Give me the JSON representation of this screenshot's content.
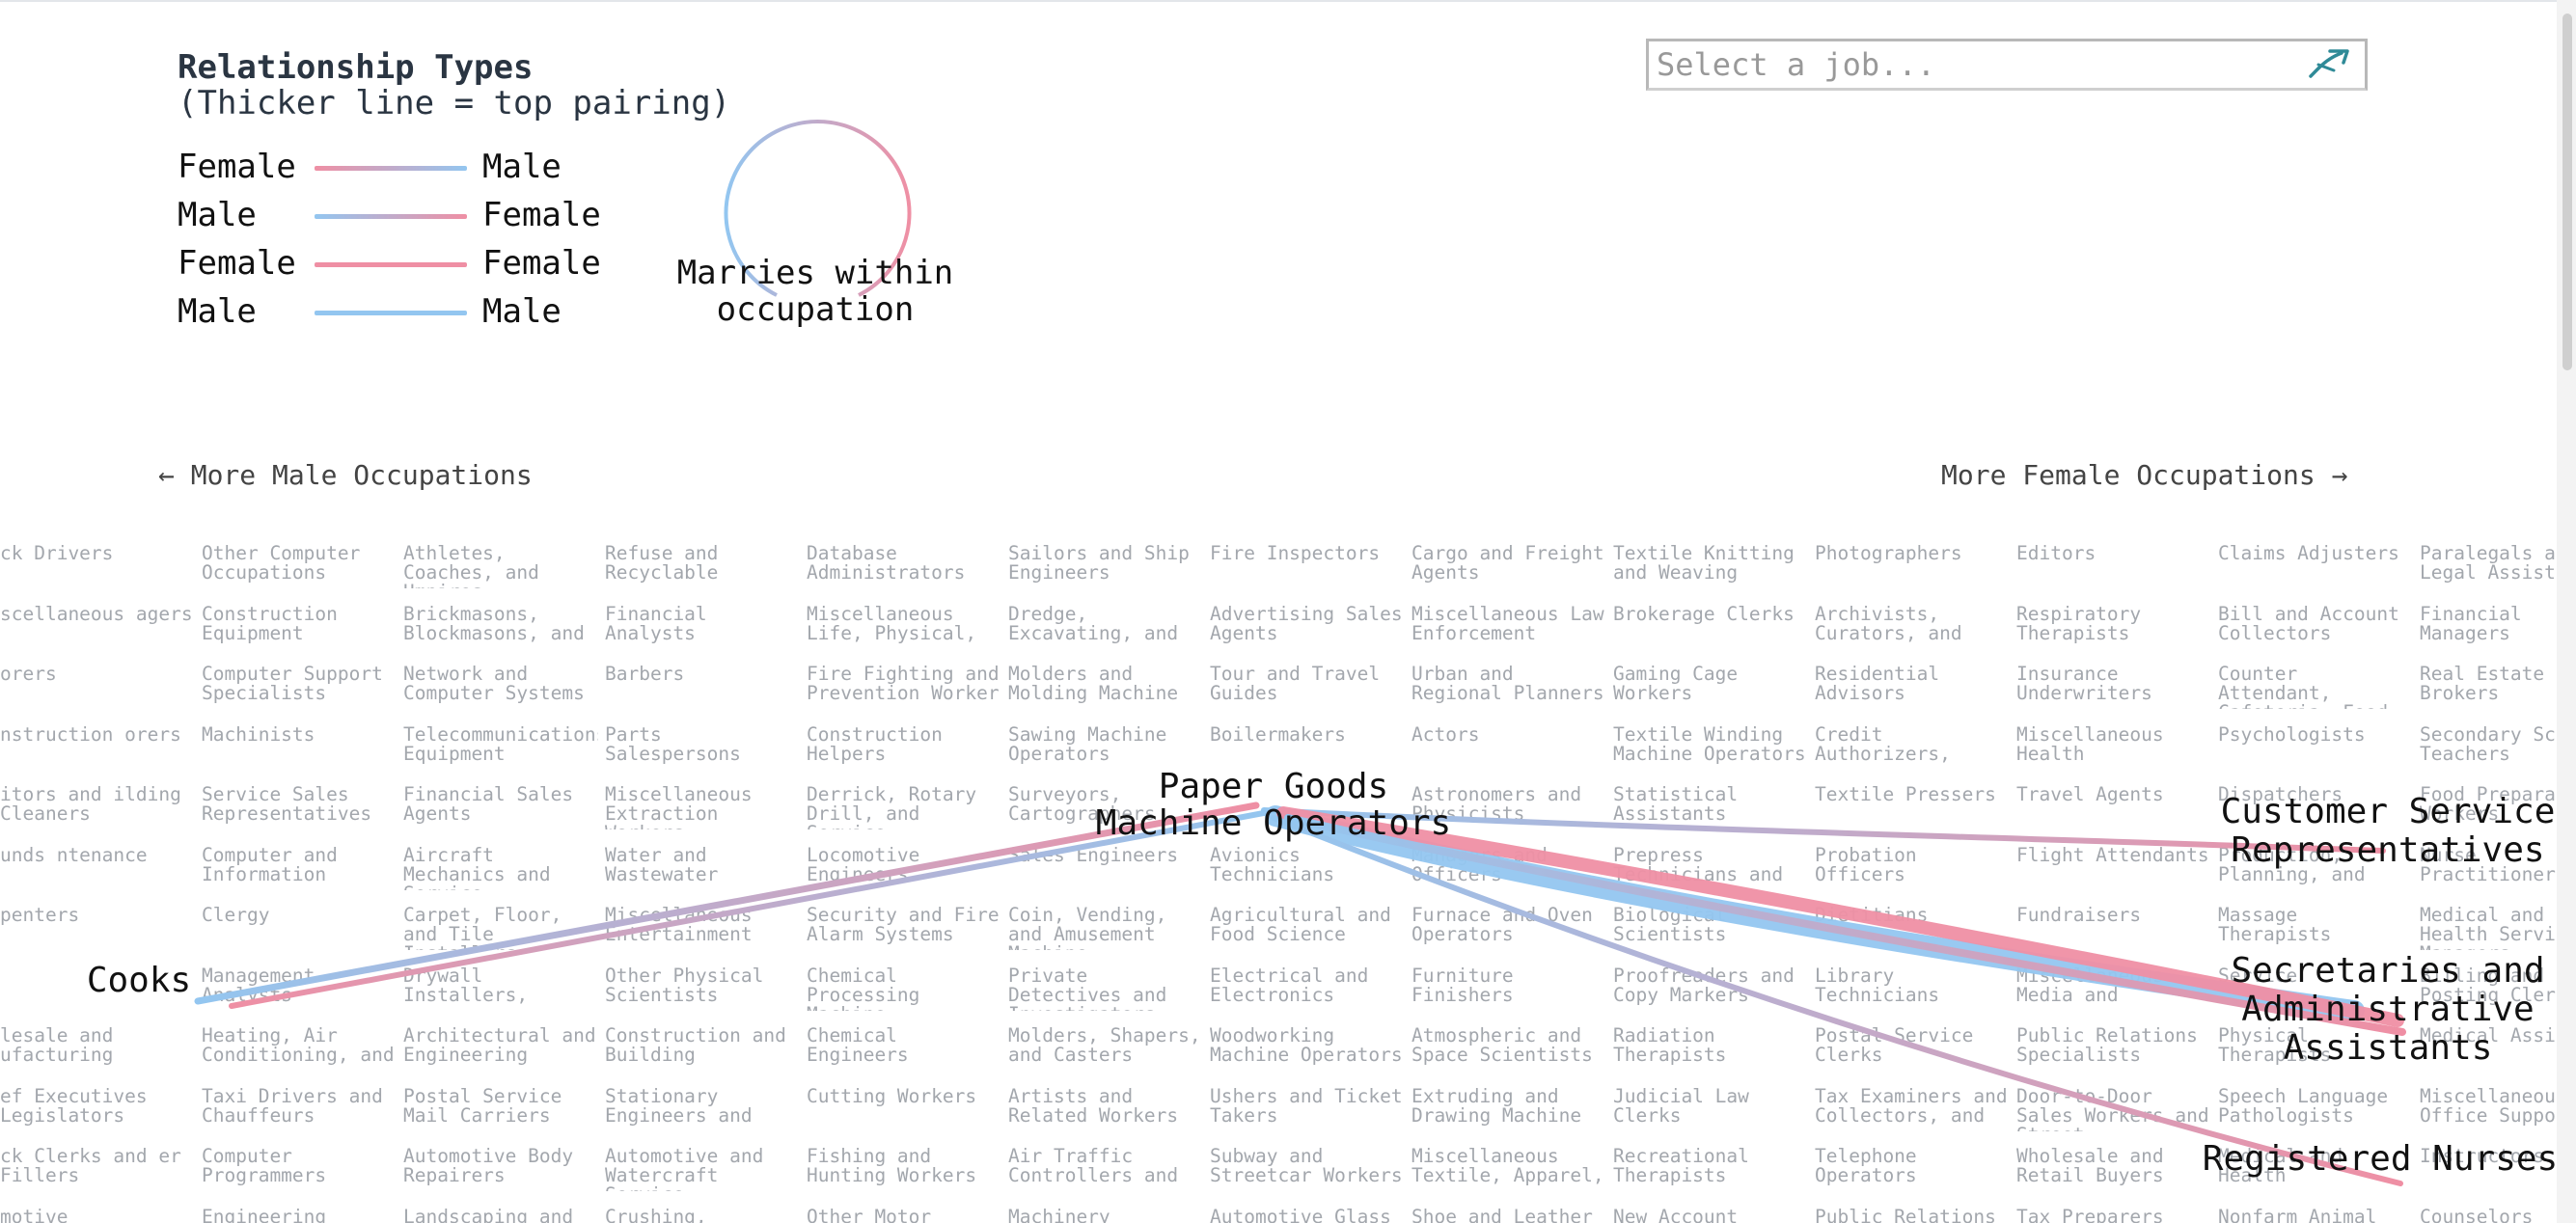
{
  "legend": {
    "title": "Relationship Types",
    "subtitle": "(Thicker line = top pairing)",
    "rows": [
      {
        "from": "Female",
        "to": "Male",
        "color_start": "#ef8fa4",
        "color_end": "#93c6f0"
      },
      {
        "from": "Male",
        "to": "Female",
        "color_start": "#93c6f0",
        "color_end": "#ef8fa4"
      },
      {
        "from": "Female",
        "to": "Female",
        "color_start": "#ef8fa4",
        "color_end": "#ef8fa4"
      },
      {
        "from": "Male",
        "to": "Male",
        "color_start": "#93c6f0",
        "color_end": "#93c6f0"
      }
    ],
    "marries_within": "Marries within occupation"
  },
  "search": {
    "placeholder": "Select a job...",
    "icon": "select-arrow-icon"
  },
  "nav": {
    "more_male": "← More Male Occupations",
    "more_female": "More Female Occupations →"
  },
  "colors": {
    "female": "#ef8fa4",
    "male": "#93c6f0",
    "blend": "#b7a6cf",
    "grid_text": "#a3a7ad"
  },
  "occupation_columns": [
    [
      "ck Drivers",
      "scellaneous agers",
      "orers",
      "nstruction orers",
      "itors and ilding Cleaners",
      "unds ntenance",
      "penters",
      "",
      "lesale and ufacturing",
      "ef Executives Legislators",
      "ck Clerks and er Fillers",
      "motive"
    ],
    [
      "Other Computer Occupations",
      "Construction Equipment",
      "Computer Support Specialists",
      "Machinists",
      "Service Sales Representatives",
      "Computer and Information",
      "Clergy",
      "Management Analysts",
      "Heating, Air Conditioning, and",
      "Taxi Drivers and Chauffeurs",
      "Computer Programmers",
      "Engineering"
    ],
    [
      "Athletes, Coaches, and Umpires",
      "Brickmasons, Blockmasons, and",
      "Network and Computer Systems",
      "Telecommunications Equipment",
      "Financial Sales Agents",
      "Aircraft Mechanics and Service",
      "Carpet, Floor, and Tile Installers",
      "Drywall Installers,",
      "Architectural and Engineering",
      "Postal Service Mail Carriers",
      "Automotive Body Repairers",
      "Landscaping and"
    ],
    [
      "Refuse and Recyclable",
      "Financial Analysts",
      "Barbers",
      "Parts Salespersons",
      "Miscellaneous Extraction Workers",
      "Water and Wastewater",
      "Miscellaneous Entertainment",
      "Other Physical Scientists",
      "Construction and Building",
      "Stationary Engineers and",
      "Automotive and Watercraft Service",
      "Crushing,"
    ],
    [
      "Database Administrators",
      "Miscellaneous Life, Physical,",
      "Fire Fighting and Prevention Worker",
      "Construction Helpers",
      "Derrick, Rotary Drill, and Service",
      "Locomotive Engineers",
      "Security and Fire Alarm Systems",
      "Chemical Processing Machine",
      "Chemical Engineers",
      "Cutting Workers",
      "Fishing and Hunting Workers",
      "Other Motor"
    ],
    [
      "Sailors and Ship Engineers",
      "Dredge, Excavating, and",
      "Molders and Molding Machine",
      "Sawing Machine Operators",
      "Surveyors, Cartographers",
      "Sales Engineers",
      "Coin, Vending, and Amusement Machine",
      "Private Detectives and Investigators",
      "Molders, Shapers, and Casters",
      "Artists and Related Workers",
      "Air Traffic Controllers and",
      "Machinery"
    ],
    [
      "Fire Inspectors",
      "Advertising Sales Agents",
      "Tour and Travel Guides",
      "Boilermakers",
      "",
      "Avionics Technicians",
      "Agricultural and Food Science",
      "Electrical and Electronics",
      "Woodworking Machine Operators",
      "Ushers and Ticket Takers",
      "Subway and Streetcar Workers",
      "Automotive Glass"
    ],
    [
      "Cargo and Freight Agents",
      "Miscellaneous Law Enforcement",
      "Urban and Regional Planners",
      "Actors",
      "Astronomers and Physicists",
      "Managers and Officers",
      "Furnace and Oven Operators",
      "Furniture Finishers",
      "Atmospheric and Space Scientists",
      "Extruding and Drawing Machine",
      "Miscellaneous Textile, Apparel,",
      "Shoe and Leather"
    ],
    [
      "Textile Knitting and Weaving",
      "Brokerage Clerks",
      "Gaming Cage Workers",
      "Textile Winding Machine Operators",
      "Statistical Assistants",
      "Prepress Technicians and",
      "Biological Scientists",
      "Proofreaders and Copy Markers",
      "Radiation Therapists",
      "Judicial Law Clerks",
      "Recreational Therapists",
      "New Account Clerks"
    ],
    [
      "Photographers",
      "Archivists, Curators, and",
      "Residential Advisors",
      "Credit Authorizers,",
      "Textile Pressers",
      "Probation Officers",
      "Dietitians",
      "Library Technicians",
      "Postal Service Clerks",
      "Tax Examiners and Collectors, and",
      "Telephone Operators",
      "Public Relations"
    ],
    [
      "Editors",
      "Respiratory Therapists",
      "Insurance Underwriters",
      "Miscellaneous Health",
      "Travel Agents",
      "Flight Attendants",
      "Fundraisers",
      "Miscellaneous Media and",
      "Public Relations Specialists",
      "Door-to-Door Sales Workers and Street",
      "Wholesale and Retail Buyers",
      "Tax Preparers"
    ],
    [
      "Claims Adjusters",
      "Bill and Account Collectors",
      "Counter Attendant, Cafeteria, Food",
      "Psychologists",
      "Dispatchers",
      "Production, Planning, and",
      "Massage Therapists",
      "Service",
      "Physical Therapists",
      "Speech Language Pathologists",
      "Medical and Health",
      "Nonfarm Animal"
    ],
    [
      "Paralegals and Legal Assistants",
      "Financial Managers",
      "Real Estate Brokers",
      "Secondary School Teachers",
      "Food Preparation Workers",
      "Nurse Practitioner",
      "Medical and Health Services Managers",
      "Billing and Posting Clerks",
      "Medical Assistant",
      "Miscellaneous Office Support",
      "Instructors",
      "Counselors"
    ]
  ],
  "network": {
    "center": "Paper Goods Machine Operators",
    "partners": [
      {
        "name": "Customer Service Representatives"
      },
      {
        "name": "Secretaries and Administrative Assistants"
      },
      {
        "name": "Registered Nurses"
      },
      {
        "name": "Cooks"
      }
    ]
  }
}
